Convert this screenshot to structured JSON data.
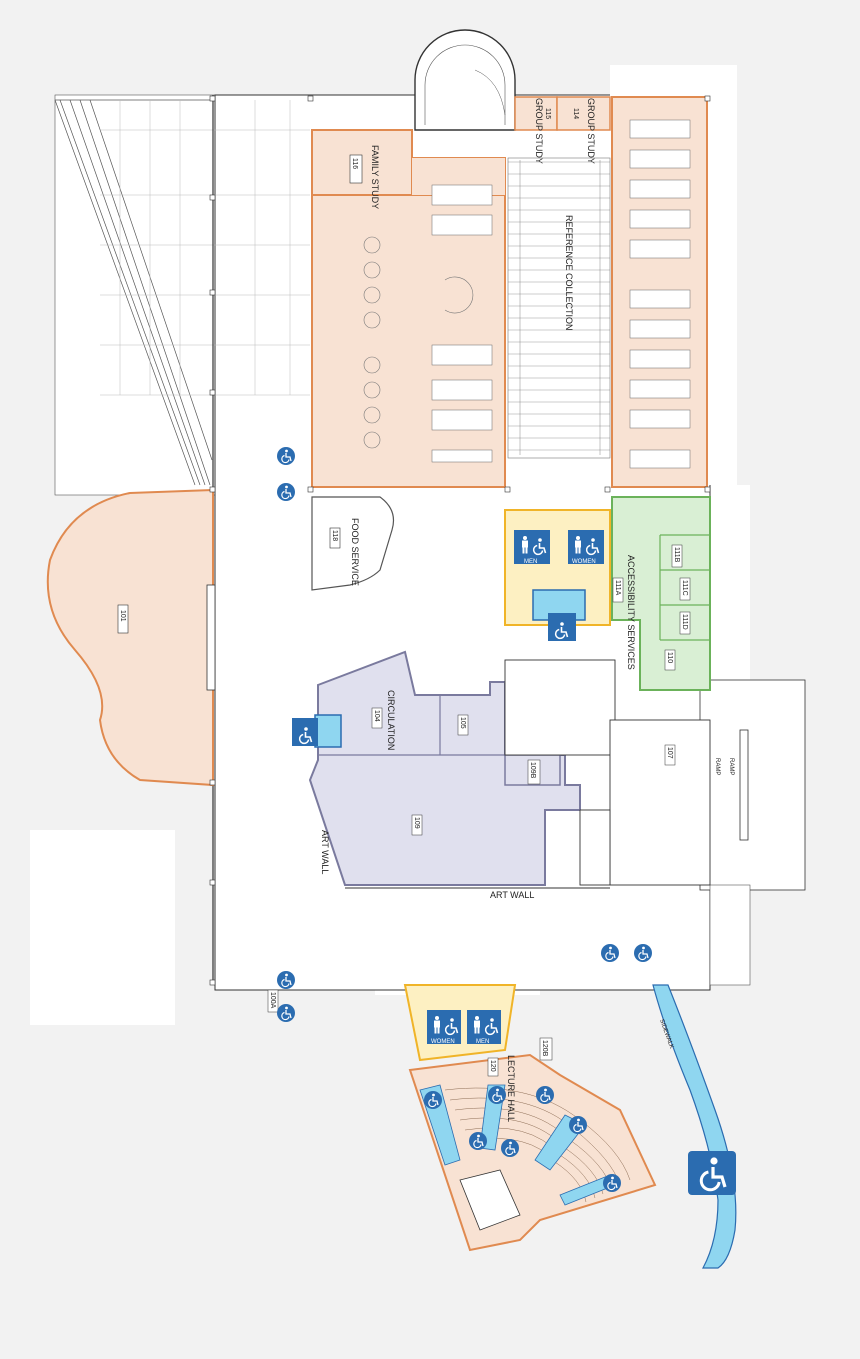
{
  "rooms": {
    "family_study": {
      "name": "FAMILY STUDY",
      "number": "116"
    },
    "group_study_a": {
      "name": "GROUP STUDY",
      "number": "115"
    },
    "group_study_b": {
      "name": "GROUP STUDY",
      "number": "114"
    },
    "reference": {
      "name": "REFERENCE COLLECTION"
    },
    "room_101": {
      "number": "101"
    },
    "food_service": {
      "name": "FOOD SERVICE",
      "number": "118"
    },
    "accessibility": {
      "name": "ACCESSIBILITY SERVICES",
      "number": "111A"
    },
    "room_111b": {
      "number": "111B"
    },
    "room_111c": {
      "number": "111C"
    },
    "room_111d": {
      "number": "111D"
    },
    "room_110": {
      "number": "110"
    },
    "circulation": {
      "name": "CIRCULATION",
      "number": "104"
    },
    "room_105": {
      "number": "105"
    },
    "room_109b": {
      "number": "109B"
    },
    "room_109": {
      "number": "109"
    },
    "room_107": {
      "number": "107"
    },
    "room_120b": {
      "number": "120B"
    },
    "lecture_hall": {
      "name": "LECTURE HALL",
      "number": "120"
    },
    "room_100": {
      "number": "100A"
    }
  },
  "restrooms": {
    "upper_men": "MEN",
    "upper_women": "WOMEN",
    "lower_women": "WOMEN",
    "lower_men": "MEN"
  },
  "labels": {
    "art_wall_vertical": "ART WALL",
    "art_wall_horizontal": "ART WALL",
    "ramp_upper": "RAMP",
    "ramp_lower": "RAMP",
    "sidewalk": "SIDEWALK"
  },
  "colors": {
    "study_area": "#f8e2d3",
    "study_outline": "#e08a50",
    "accessibility_area": "#d9efd4",
    "accessibility_outline": "#6bb25a",
    "circulation_area": "#e0e0ee",
    "circulation_outline": "#7a7a9e",
    "restroom_area": "#fdf0c2",
    "restroom_outline": "#f0b428",
    "access_blue": "#2b6cb0",
    "lecture_highlight": "#8fd6f0"
  }
}
